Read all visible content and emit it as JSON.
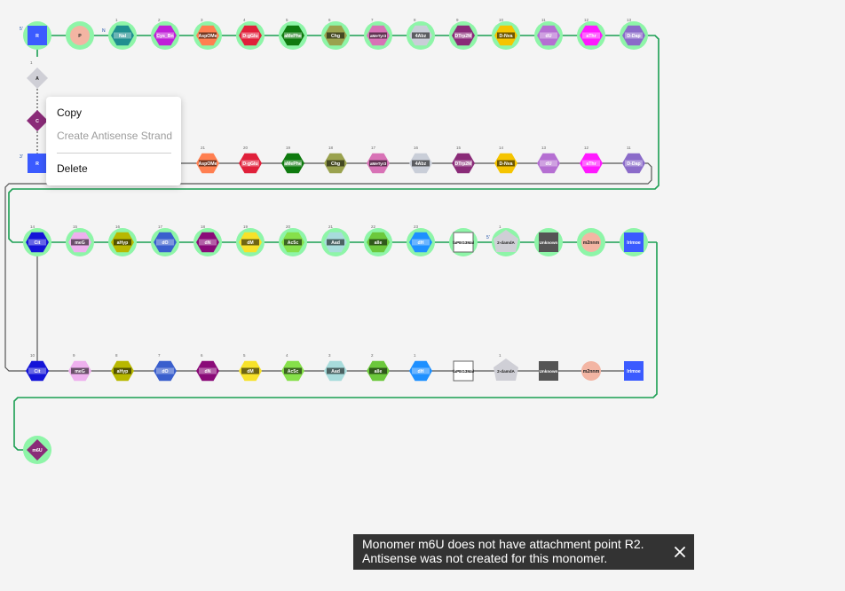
{
  "canvas": {
    "colors": {
      "selection": "#8ef5a8",
      "chain_link": "#1a9e52",
      "bond_line": "#555555",
      "background": "#f4f4f4"
    },
    "markers": {
      "five_prime": "5'",
      "three_prime": "3'",
      "n_term": "N"
    },
    "sense_strand": {
      "start": {
        "sugar": "R",
        "phosphate": "P",
        "sugar_color": "#3b5bff",
        "phosphate_color": "#f3b5a3"
      },
      "peptides": [
        {
          "label": "Nal",
          "number": "1",
          "color": "#1f8f8f"
        },
        {
          "label": "Cys_Bn",
          "number": "2",
          "color": "#c020d8"
        },
        {
          "label": "AspOMe",
          "number": "3",
          "color": "#ff7f50"
        },
        {
          "label": "D-gGlu",
          "number": "4",
          "color": "#e0203a"
        },
        {
          "label": "aMePhe",
          "number": "5",
          "color": "#0f7a0f"
        },
        {
          "label": "Chg",
          "number": "6",
          "color": "#9aa24e"
        },
        {
          "label": "aMeTyr3",
          "number": "7",
          "color": "#d872b6"
        },
        {
          "label": "4Abz",
          "number": "8",
          "color": "#c9ced8"
        },
        {
          "label": "DTrp2M",
          "number": "9",
          "color": "#8a2b78"
        },
        {
          "label": "D-Nva",
          "number": "10",
          "color": "#f5c400"
        },
        {
          "label": "dU",
          "number": "11",
          "color": "#b56fd2"
        },
        {
          "label": "aThr",
          "number": "12",
          "color": "#ff19ff"
        },
        {
          "label": "D-Dap",
          "number": "13",
          "color": "#8b6bc9"
        }
      ],
      "backbone_nodes": [
        {
          "label": "A",
          "number": "1",
          "color": "#cfcfd6"
        },
        {
          "label": "C",
          "number": "",
          "color": "#8a2b78"
        }
      ],
      "end_sugar": {
        "label": "R",
        "color": "#3b5bff"
      }
    },
    "row2_peptides": [
      {
        "label": "D-Dap",
        "number": "11",
        "color": "#8b6bc9"
      },
      {
        "label": "aThr",
        "number": "12",
        "color": "#ff19ff"
      },
      {
        "label": "dU",
        "number": "13",
        "color": "#b56fd2"
      },
      {
        "label": "D-Nva",
        "number": "14",
        "color": "#f5c400"
      },
      {
        "label": "DTrp2M",
        "number": "15",
        "color": "#8a2b78"
      },
      {
        "label": "4Abz",
        "number": "16",
        "color": "#c9ced8"
      },
      {
        "label": "aMeTyr3",
        "number": "17",
        "color": "#d872b6"
      },
      {
        "label": "Chg",
        "number": "18",
        "color": "#9aa24e"
      },
      {
        "label": "aMePhe",
        "number": "19",
        "color": "#0f7a0f"
      },
      {
        "label": "D-gGlu",
        "number": "20",
        "color": "#e0203a"
      },
      {
        "label": "AspOMe",
        "number": "21",
        "color": "#ff7f50"
      }
    ],
    "row3_monomers": [
      {
        "label": "Cit",
        "number": "14",
        "color": "#1414d8",
        "shape": "hex"
      },
      {
        "label": "meG",
        "number": "15",
        "color": "#eeb0ee",
        "shape": "hex"
      },
      {
        "label": "aHyp",
        "number": "16",
        "color": "#b8b800",
        "shape": "hex"
      },
      {
        "label": "dO",
        "number": "17",
        "color": "#3a5fcd",
        "shape": "hex"
      },
      {
        "label": "dN",
        "number": "18",
        "color": "#8a0a78",
        "shape": "hex"
      },
      {
        "label": "dM",
        "number": "19",
        "color": "#f7e22a",
        "shape": "hex"
      },
      {
        "label": "Ac5c",
        "number": "20",
        "color": "#86e04a",
        "shape": "hex"
      },
      {
        "label": "Aad",
        "number": "21",
        "color": "#a8dcdc",
        "shape": "hex"
      },
      {
        "label": "aIle",
        "number": "22",
        "color": "#6cc83c",
        "shape": "hex"
      },
      {
        "label": "dH",
        "number": "23",
        "color": "#1e90ff",
        "shape": "hex"
      },
      {
        "label": "faPEG3Mal",
        "number": "",
        "color": "#ffffff",
        "shape": "square"
      },
      {
        "label": "2-damdA",
        "number": "1",
        "color": "#cfcfd6",
        "shape": "pentagon"
      },
      {
        "label": "Unknown",
        "number": "",
        "color": "#555555",
        "shape": "square"
      },
      {
        "label": "m2nnm",
        "number": "",
        "color": "#f3b5a3",
        "shape": "circle"
      },
      {
        "label": "Irimoe",
        "number": "",
        "color": "#3b5bff",
        "shape": "square"
      }
    ],
    "row4_monomers": [
      {
        "label": "Cit",
        "number": "10",
        "color": "#1414d8",
        "shape": "hex"
      },
      {
        "label": "meG",
        "number": "9",
        "color": "#eeb0ee",
        "shape": "hex"
      },
      {
        "label": "aHyp",
        "number": "8",
        "color": "#b8b800",
        "shape": "hex"
      },
      {
        "label": "dO",
        "number": "7",
        "color": "#3a5fcd",
        "shape": "hex"
      },
      {
        "label": "dN",
        "number": "6",
        "color": "#8a0a78",
        "shape": "hex"
      },
      {
        "label": "dM",
        "number": "5",
        "color": "#f7e22a",
        "shape": "hex"
      },
      {
        "label": "Ac5c",
        "number": "4",
        "color": "#86e04a",
        "shape": "hex"
      },
      {
        "label": "Aad",
        "number": "3",
        "color": "#a8dcdc",
        "shape": "hex"
      },
      {
        "label": "aIle",
        "number": "2",
        "color": "#6cc83c",
        "shape": "hex"
      },
      {
        "label": "dH",
        "number": "1",
        "color": "#1e90ff",
        "shape": "hex"
      },
      {
        "label": "faPEG3Mal",
        "number": "",
        "color": "#ffffff",
        "shape": "square"
      },
      {
        "label": "2-damdA",
        "number": "1",
        "color": "#cfcfd6",
        "shape": "pentagon"
      },
      {
        "label": "Unknown",
        "number": "",
        "color": "#555555",
        "shape": "square"
      },
      {
        "label": "m2nnm",
        "number": "",
        "color": "#f3b5a3",
        "shape": "circle"
      },
      {
        "label": "Irimoe",
        "number": "",
        "color": "#3b5bff",
        "shape": "square"
      }
    ],
    "final_monomer": {
      "label": "m6U",
      "color": "#8a2b78",
      "shape": "diamond"
    }
  },
  "context_menu": {
    "copy": "Copy",
    "create_antisense": "Create Antisense Strand",
    "delete": "Delete"
  },
  "notification": {
    "line1": "Monomer m6U does not have attachment point R2.",
    "line2": "Antisense was not created for this monomer."
  }
}
